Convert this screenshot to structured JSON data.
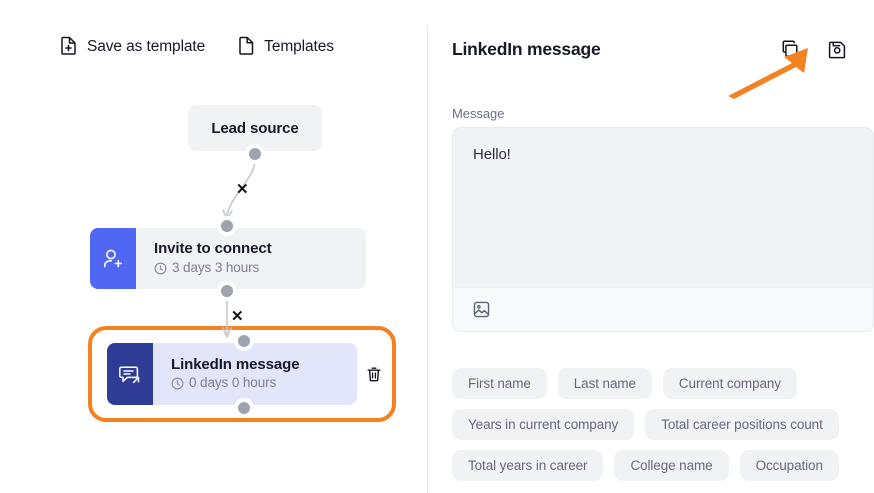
{
  "left_toolbar": {
    "buttons": [
      {
        "label": "Save as template",
        "icon": "file-plus-icon"
      },
      {
        "label": "Templates",
        "icon": "file-icon"
      }
    ]
  },
  "flow": {
    "nodes": [
      {
        "name": "lead-source",
        "title": "Lead source",
        "delay": null,
        "icon": null,
        "selected": false
      },
      {
        "name": "invite-to-connect",
        "title": "Invite to connect",
        "delay": "3 days 3 hours",
        "icon": "person-add-icon",
        "icon_color": "#4F67F2",
        "selected": false
      },
      {
        "name": "linkedin-message",
        "title": "LinkedIn message",
        "delay": "0 days 0 hours",
        "icon": "message-send-icon",
        "icon_color": "#2E3C96",
        "selected": true
      }
    ],
    "edge_marker": "✕",
    "delete_icon": "trash-icon",
    "selection_color": "#F58220"
  },
  "details_panel": {
    "title": "LinkedIn message",
    "header_actions": [
      {
        "name": "copy-button",
        "icon": "copy-icon"
      },
      {
        "name": "save-button",
        "icon": "floppy-save-icon"
      }
    ],
    "message": {
      "label": "Message",
      "value": "Hello!",
      "placeholder": "",
      "toolbar": [
        {
          "name": "insert-image-button",
          "icon": "image-icon"
        }
      ]
    },
    "variables": [
      "First name",
      "Last name",
      "Current company",
      "Years in current company",
      "Total career positions count",
      "Total years in career",
      "College name",
      "Occupation"
    ]
  },
  "annotation": {
    "type": "arrow",
    "color": "#F58220",
    "points_to": "copy-button"
  }
}
